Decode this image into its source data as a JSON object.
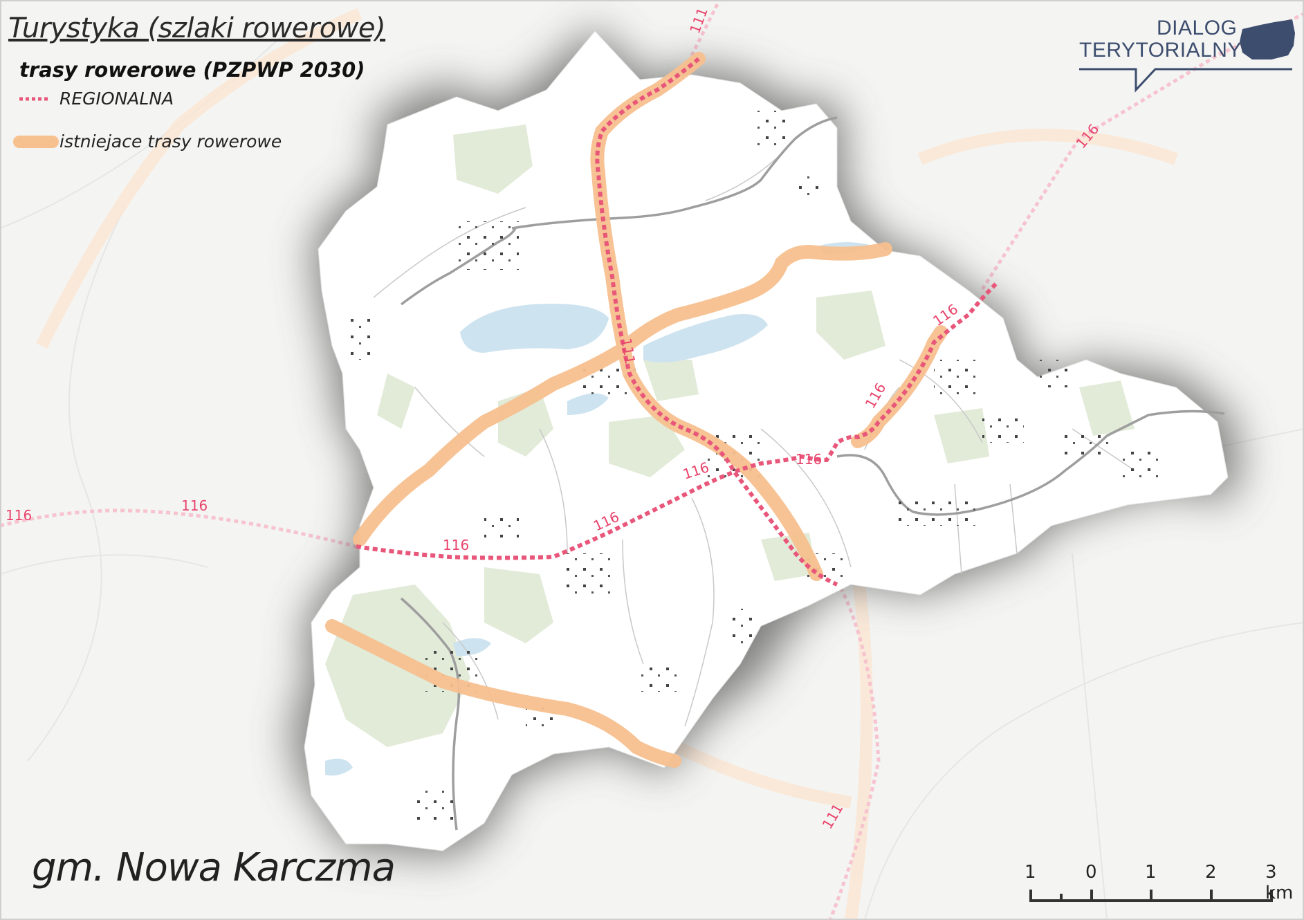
{
  "title": "Turystyka (szlaki rowerowe)",
  "legend": {
    "heading": "trasy rowerowe (PZPWP 2030)",
    "items": [
      {
        "label": "REGIONALNA",
        "color": "#e8567a",
        "style": "dashed"
      },
      {
        "label": "istniejace trasy rowerowe",
        "color": "#f7c08f",
        "style": "band"
      }
    ]
  },
  "logo": {
    "line1": "DIALOG",
    "line2": "TERYTORIALNY",
    "color": "#3c4d6e"
  },
  "place_name": "gm. Nowa Karczma",
  "road_labels": [
    "111",
    "111",
    "111",
    "116",
    "116",
    "116",
    "116",
    "116",
    "116",
    "116",
    "116"
  ],
  "scale_bar": {
    "labels": [
      "1",
      "0",
      "1",
      "2",
      "3 km"
    ]
  },
  "colors": {
    "background": "#f3f3f1",
    "municipality": "#ffffff",
    "forest": "#dde8d2",
    "water": "#cfe4f0",
    "regional_route": "#e8567a",
    "existing_route": "#f7c08f",
    "road": "#9a9a9a"
  }
}
